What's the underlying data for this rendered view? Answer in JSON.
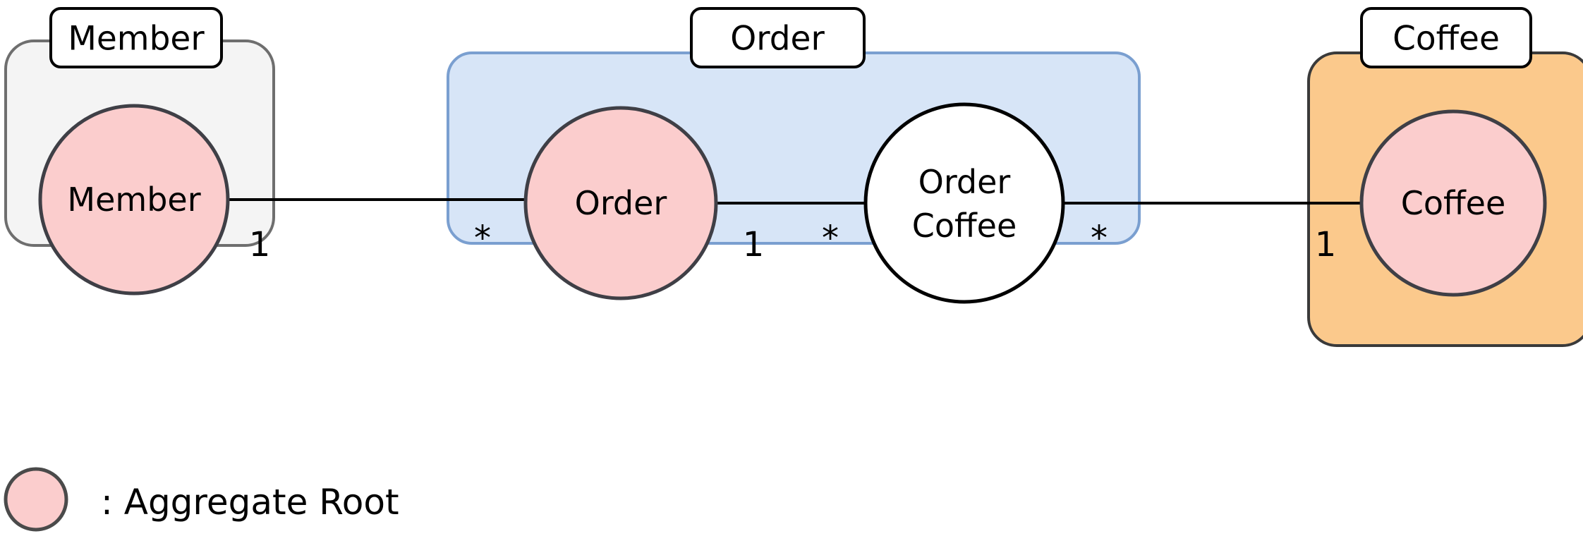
{
  "diagram": {
    "type": "domain-model-aggregate-diagram",
    "background": "#ffffff",
    "legend": {
      "swatch_name": "aggregate-root-swatch",
      "swatch_fill": "#fbcdcd",
      "swatch_stroke": "#4a4a4a",
      "label": ": Aggregate Root"
    },
    "contexts": [
      {
        "id": "member-context",
        "label": "Member",
        "fill": "#f4f4f4",
        "stroke": "#6e6e6e"
      },
      {
        "id": "order-context",
        "label": "Order",
        "fill": "#d7e5f7",
        "stroke": "#7a9fd0"
      },
      {
        "id": "coffee-context",
        "label": "Coffee",
        "fill": "#fbc98c",
        "stroke": "#3a3a3a"
      }
    ],
    "entities": [
      {
        "id": "member-entity",
        "label": "Member",
        "lines": [
          "Member"
        ],
        "fill": "#fbcdcd",
        "stroke": "#3f3f46",
        "aggregate_root": true
      },
      {
        "id": "order-entity",
        "label": "Order",
        "lines": [
          "Order"
        ],
        "fill": "#fbcdcd",
        "stroke": "#3f3f46",
        "aggregate_root": true
      },
      {
        "id": "order-coffee-entity",
        "label": "Order Coffee",
        "lines": [
          "Order",
          "Coffee"
        ],
        "fill": "#ffffff",
        "stroke": "#000000",
        "aggregate_root": false
      },
      {
        "id": "coffee-entity",
        "label": "Coffee",
        "lines": [
          "Coffee"
        ],
        "fill": "#fbcdcd",
        "stroke": "#3f3f46",
        "aggregate_root": true
      }
    ],
    "relations": [
      {
        "id": "member-order-relation",
        "from": "member-entity",
        "to": "order-entity",
        "from_multiplicity": "1",
        "to_multiplicity": "*"
      },
      {
        "id": "order-ordercoffee-relation",
        "from": "order-entity",
        "to": "order-coffee-entity",
        "from_multiplicity": "1",
        "to_multiplicity": "*"
      },
      {
        "id": "ordercoffee-coffee-relation",
        "from": "order-coffee-entity",
        "to": "coffee-entity",
        "from_multiplicity": "*",
        "to_multiplicity": "1"
      }
    ],
    "multiplicity_labels": [
      {
        "id": "mult-member-1",
        "text": "1"
      },
      {
        "id": "mult-order-star",
        "text": "*"
      },
      {
        "id": "mult-order-1",
        "text": "1"
      },
      {
        "id": "mult-ordercoffee-left-star",
        "text": "*"
      },
      {
        "id": "mult-ordercoffee-right-star",
        "text": "*"
      },
      {
        "id": "mult-coffee-1",
        "text": "1"
      }
    ]
  }
}
